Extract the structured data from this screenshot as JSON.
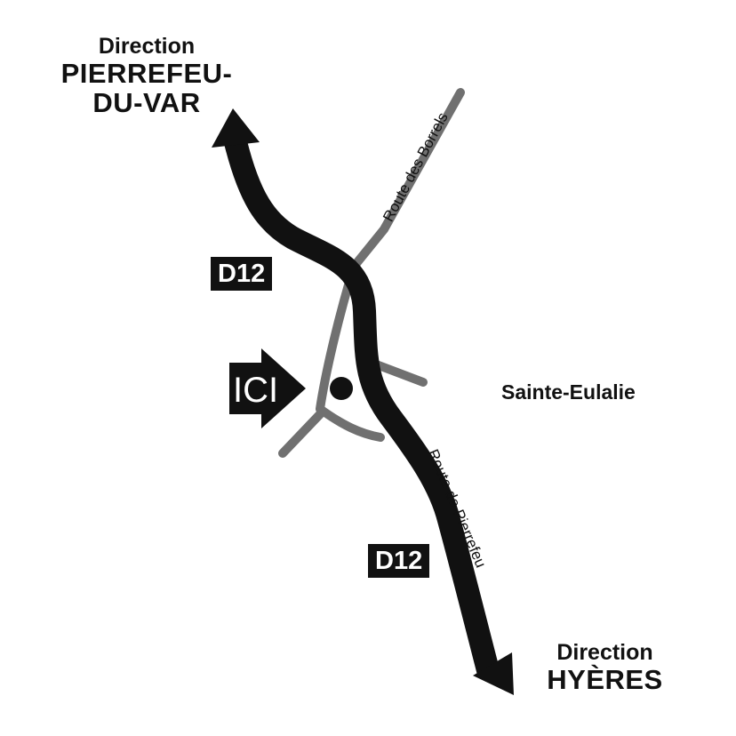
{
  "directions": {
    "north": {
      "line1": "Direction",
      "line2": "PIERREFEU-",
      "line3": "DU-VAR"
    },
    "south": {
      "line1": "Direction",
      "line2": "HYÈRES"
    }
  },
  "roads": {
    "main_badge_north": "D12",
    "main_badge_south": "D12",
    "route_borrels": "Route des Borrels",
    "route_pierrefeu": "Route de Pierrefeu"
  },
  "marker": {
    "label": "ICI"
  },
  "place": {
    "name": "Sainte-Eulalie"
  },
  "colors": {
    "main_road": "#111111",
    "side_road": "#707070",
    "background": "#ffffff"
  }
}
